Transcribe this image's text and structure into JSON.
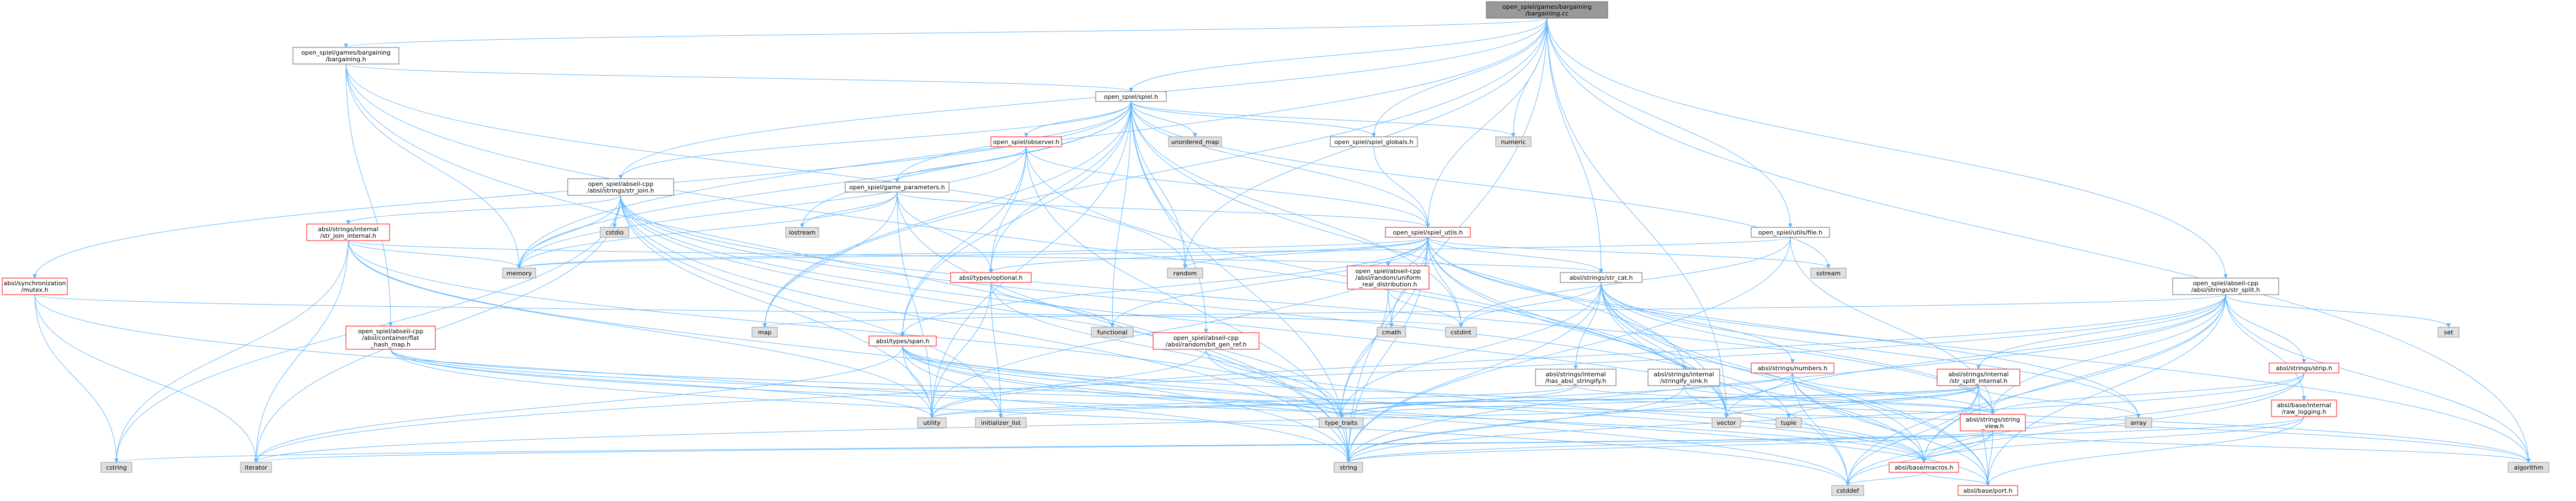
{
  "nodes": [
    {
      "id": "root",
      "lines": [
        "open_spiel/games/bargaining",
        "/bargaining.cc"
      ],
      "style": "root"
    },
    {
      "id": "barg_h",
      "lines": [
        "open_spiel/games/bargaining",
        "/bargaining.h"
      ],
      "style": "plain"
    },
    {
      "id": "spiel_h",
      "lines": [
        "open_spiel/spiel.h"
      ],
      "style": "plain"
    },
    {
      "id": "observer",
      "lines": [
        "open_spiel/observer.h"
      ],
      "style": "red"
    },
    {
      "id": "unordered_map",
      "lines": [
        "unordered_map"
      ],
      "style": "gray"
    },
    {
      "id": "spiel_globals",
      "lines": [
        "open_spiel/spiel_globals.h"
      ],
      "style": "plain"
    },
    {
      "id": "numeric",
      "lines": [
        "numeric"
      ],
      "style": "gray"
    },
    {
      "id": "str_join",
      "lines": [
        "open_spiel/abseil-cpp",
        "/absl/strings/str_join.h"
      ],
      "style": "plain"
    },
    {
      "id": "game_params",
      "lines": [
        "open_spiel/game_parameters.h"
      ],
      "style": "plain"
    },
    {
      "id": "cstdio",
      "lines": [
        "cstdio"
      ],
      "style": "gray"
    },
    {
      "id": "str_join_internal",
      "lines": [
        "absl/strings/internal",
        "/str_join_internal.h"
      ],
      "style": "red"
    },
    {
      "id": "iostream",
      "lines": [
        "iostream"
      ],
      "style": "gray"
    },
    {
      "id": "spiel_utils",
      "lines": [
        "open_spiel/spiel_utils.h"
      ],
      "style": "red"
    },
    {
      "id": "file_h",
      "lines": [
        "open_spiel/utils/file.h"
      ],
      "style": "plain"
    },
    {
      "id": "str_split",
      "lines": [
        "open_spiel/abseil-cpp",
        "/absl/strings/str_split.h"
      ],
      "style": "plain"
    },
    {
      "id": "mutex",
      "lines": [
        "absl/synchronization",
        "/mutex.h"
      ],
      "style": "red"
    },
    {
      "id": "memory",
      "lines": [
        "memory"
      ],
      "style": "gray"
    },
    {
      "id": "random",
      "lines": [
        "random"
      ],
      "style": "gray"
    },
    {
      "id": "sstream",
      "lines": [
        "sstream"
      ],
      "style": "gray"
    },
    {
      "id": "optional",
      "lines": [
        "absl/types/optional.h"
      ],
      "style": "red"
    },
    {
      "id": "uniform_real",
      "lines": [
        "open_spiel/abseil-cpp",
        "/absl/random/uniform",
        "_real_distribution.h"
      ],
      "style": "red"
    },
    {
      "id": "str_cat",
      "lines": [
        "absl/strings/str_cat.h"
      ],
      "style": "plain"
    },
    {
      "id": "flat_hash_map",
      "lines": [
        "open_spiel/abseil-cpp",
        "/absl/container/flat",
        "_hash_map.h"
      ],
      "style": "red"
    },
    {
      "id": "map",
      "lines": [
        "map"
      ],
      "style": "gray"
    },
    {
      "id": "span",
      "lines": [
        "absl/types/span.h"
      ],
      "style": "red"
    },
    {
      "id": "functional",
      "lines": [
        "functional"
      ],
      "style": "gray"
    },
    {
      "id": "bit_gen_ref",
      "lines": [
        "open_spiel/abseil-cpp",
        "/absl/random/bit_gen_ref.h"
      ],
      "style": "red"
    },
    {
      "id": "cmath",
      "lines": [
        "cmath"
      ],
      "style": "gray"
    },
    {
      "id": "cstdint",
      "lines": [
        "cstdint"
      ],
      "style": "gray"
    },
    {
      "id": "has_absl_stringify",
      "lines": [
        "absl/strings/internal",
        "/has_absl_stringify.h"
      ],
      "style": "plain"
    },
    {
      "id": "stringify_sink",
      "lines": [
        "absl/strings/internal",
        "/stringify_sink.h"
      ],
      "style": "plain"
    },
    {
      "id": "numbers",
      "lines": [
        "absl/strings/numbers.h"
      ],
      "style": "red"
    },
    {
      "id": "str_split_internal",
      "lines": [
        "absl/strings/internal",
        "/str_split_internal.h"
      ],
      "style": "red"
    },
    {
      "id": "strip",
      "lines": [
        "absl/strings/strip.h"
      ],
      "style": "red"
    },
    {
      "id": "set",
      "lines": [
        "set"
      ],
      "style": "gray"
    },
    {
      "id": "raw_logging",
      "lines": [
        "absl/base/internal",
        "/raw_logging.h"
      ],
      "style": "red"
    },
    {
      "id": "string_view",
      "lines": [
        "absl/strings/string",
        "_view.h"
      ],
      "style": "red"
    },
    {
      "id": "array",
      "lines": [
        "array"
      ],
      "style": "gray"
    },
    {
      "id": "utility",
      "lines": [
        "utility"
      ],
      "style": "gray"
    },
    {
      "id": "initializer_list",
      "lines": [
        "initializer_list"
      ],
      "style": "gray"
    },
    {
      "id": "type_traits",
      "lines": [
        "type_traits"
      ],
      "style": "gray"
    },
    {
      "id": "vector",
      "lines": [
        "vector"
      ],
      "style": "gray"
    },
    {
      "id": "tuple",
      "lines": [
        "tuple"
      ],
      "style": "gray"
    },
    {
      "id": "cstring",
      "lines": [
        "cstring"
      ],
      "style": "gray"
    },
    {
      "id": "iterator",
      "lines": [
        "iterator"
      ],
      "style": "gray"
    },
    {
      "id": "string",
      "lines": [
        "string"
      ],
      "style": "gray"
    },
    {
      "id": "macros",
      "lines": [
        "absl/base/macros.h"
      ],
      "style": "red"
    },
    {
      "id": "algorithm",
      "lines": [
        "algorithm"
      ],
      "style": "gray"
    },
    {
      "id": "cstddef",
      "lines": [
        "cstddef"
      ],
      "style": "gray"
    },
    {
      "id": "port",
      "lines": [
        "absl/base/port.h"
      ],
      "style": "red"
    }
  ],
  "edges": [
    [
      "root",
      "barg_h"
    ],
    [
      "root",
      "spiel_h"
    ],
    [
      "root",
      "str_join"
    ],
    [
      "root",
      "spiel_globals"
    ],
    [
      "root",
      "numeric"
    ],
    [
      "root",
      "spiel_utils"
    ],
    [
      "root",
      "file_h"
    ],
    [
      "root",
      "str_split"
    ],
    [
      "root",
      "memory"
    ],
    [
      "root",
      "random"
    ],
    [
      "root",
      "str_cat"
    ],
    [
      "root",
      "map"
    ],
    [
      "root",
      "string"
    ],
    [
      "root",
      "vector"
    ],
    [
      "root",
      "algorithm"
    ],
    [
      "barg_h",
      "spiel_h"
    ],
    [
      "barg_h",
      "memory"
    ],
    [
      "barg_h",
      "string"
    ],
    [
      "barg_h",
      "vector"
    ],
    [
      "barg_h",
      "flat_hash_map"
    ],
    [
      "barg_h",
      "random"
    ],
    [
      "spiel_h",
      "observer"
    ],
    [
      "spiel_h",
      "unordered_map"
    ],
    [
      "spiel_h",
      "spiel_globals"
    ],
    [
      "spiel_h",
      "numeric"
    ],
    [
      "spiel_h",
      "str_join"
    ],
    [
      "spiel_h",
      "game_params"
    ],
    [
      "spiel_h",
      "iostream"
    ],
    [
      "spiel_h",
      "spiel_utils"
    ],
    [
      "spiel_h",
      "mutex"
    ],
    [
      "spiel_h",
      "memory"
    ],
    [
      "spiel_h",
      "random"
    ],
    [
      "spiel_h",
      "sstream"
    ],
    [
      "spiel_h",
      "optional"
    ],
    [
      "spiel_h",
      "span"
    ],
    [
      "spiel_h",
      "functional"
    ],
    [
      "spiel_h",
      "bit_gen_ref"
    ],
    [
      "spiel_h",
      "cstdint"
    ],
    [
      "spiel_h",
      "string"
    ],
    [
      "spiel_h",
      "utility"
    ],
    [
      "spiel_h",
      "vector"
    ],
    [
      "spiel_h",
      "map"
    ],
    [
      "observer",
      "game_params"
    ],
    [
      "observer",
      "spiel_utils"
    ],
    [
      "observer",
      "span"
    ],
    [
      "observer",
      "optional"
    ],
    [
      "observer",
      "memory"
    ],
    [
      "observer",
      "string"
    ],
    [
      "observer",
      "vector"
    ],
    [
      "spiel_globals",
      "spiel_utils"
    ],
    [
      "str_join",
      "str_join_internal"
    ],
    [
      "str_join",
      "cstdio"
    ],
    [
      "str_join",
      "cstring"
    ],
    [
      "str_join",
      "initializer_list"
    ],
    [
      "str_join",
      "iterator"
    ],
    [
      "str_join",
      "memory"
    ],
    [
      "str_join",
      "string"
    ],
    [
      "str_join",
      "type_traits"
    ],
    [
      "str_join",
      "utility"
    ],
    [
      "str_join",
      "macros"
    ],
    [
      "str_join",
      "string_view"
    ],
    [
      "str_join",
      "tuple"
    ],
    [
      "game_params",
      "spiel_utils"
    ],
    [
      "game_params",
      "iostream"
    ],
    [
      "game_params",
      "map"
    ],
    [
      "game_params",
      "string"
    ],
    [
      "game_params",
      "optional"
    ],
    [
      "game_params",
      "memory"
    ],
    [
      "game_params",
      "utility"
    ],
    [
      "str_join_internal",
      "memory"
    ],
    [
      "str_join_internal",
      "iterator"
    ],
    [
      "str_join_internal",
      "string"
    ],
    [
      "str_join_internal",
      "type_traits"
    ],
    [
      "str_join_internal",
      "cstring"
    ],
    [
      "str_join_internal",
      "utility"
    ],
    [
      "str_join_internal",
      "str_cat"
    ],
    [
      "spiel_utils",
      "str_cat"
    ],
    [
      "spiel_utils",
      "optional"
    ],
    [
      "spiel_utils",
      "span"
    ],
    [
      "spiel_utils",
      "uniform_real"
    ],
    [
      "spiel_utils",
      "cmath"
    ],
    [
      "spiel_utils",
      "cstdint"
    ],
    [
      "spiel_utils",
      "memory"
    ],
    [
      "spiel_utils",
      "random"
    ],
    [
      "spiel_utils",
      "sstream"
    ],
    [
      "spiel_utils",
      "functional"
    ],
    [
      "spiel_utils",
      "string"
    ],
    [
      "spiel_utils",
      "vector"
    ],
    [
      "spiel_utils",
      "type_traits"
    ],
    [
      "spiel_utils",
      "utility"
    ],
    [
      "spiel_utils",
      "array"
    ],
    [
      "spiel_utils",
      "algorithm"
    ],
    [
      "spiel_utils",
      "port"
    ],
    [
      "file_h",
      "memory"
    ],
    [
      "file_h",
      "string"
    ],
    [
      "file_h",
      "cstdint"
    ],
    [
      "file_h",
      "string_view"
    ],
    [
      "str_split",
      "str_split_internal"
    ],
    [
      "str_split",
      "strip"
    ],
    [
      "str_split",
      "set"
    ],
    [
      "str_split",
      "algorithm"
    ],
    [
      "str_split",
      "cstddef"
    ],
    [
      "str_split",
      "map"
    ],
    [
      "str_split",
      "string"
    ],
    [
      "str_split",
      "utility"
    ],
    [
      "str_split",
      "vector"
    ],
    [
      "str_split",
      "raw_logging"
    ],
    [
      "str_split",
      "macros"
    ],
    [
      "str_split",
      "port"
    ],
    [
      "str_split",
      "string_view"
    ],
    [
      "str_split",
      "iterator"
    ],
    [
      "mutex",
      "cstdint"
    ],
    [
      "mutex",
      "cstring"
    ],
    [
      "mutex",
      "iterator"
    ],
    [
      "mutex",
      "string"
    ],
    [
      "optional",
      "utility"
    ],
    [
      "optional",
      "functional"
    ],
    [
      "optional",
      "type_traits"
    ],
    [
      "optional",
      "initializer_list"
    ],
    [
      "str_cat",
      "has_absl_stringify"
    ],
    [
      "str_cat",
      "stringify_sink"
    ],
    [
      "str_cat",
      "numbers"
    ],
    [
      "str_cat",
      "string_view"
    ],
    [
      "str_cat",
      "array"
    ],
    [
      "str_cat",
      "cstddef"
    ],
    [
      "str_cat",
      "cstdint"
    ],
    [
      "str_cat",
      "string"
    ],
    [
      "str_cat",
      "type_traits"
    ],
    [
      "str_cat",
      "vector"
    ],
    [
      "str_cat",
      "port"
    ],
    [
      "str_cat",
      "macros"
    ],
    [
      "flat_hash_map",
      "cstddef"
    ],
    [
      "flat_hash_map",
      "type_traits"
    ],
    [
      "flat_hash_map",
      "utility"
    ],
    [
      "flat_hash_map",
      "macros"
    ],
    [
      "flat_hash_map",
      "algorithm"
    ],
    [
      "span",
      "algorithm"
    ],
    [
      "span",
      "cstddef"
    ],
    [
      "span",
      "initializer_list"
    ],
    [
      "span",
      "iterator"
    ],
    [
      "span",
      "type_traits"
    ],
    [
      "span",
      "utility"
    ],
    [
      "span",
      "macros"
    ],
    [
      "span",
      "port"
    ],
    [
      "bit_gen_ref",
      "type_traits"
    ],
    [
      "bit_gen_ref",
      "utility"
    ],
    [
      "bit_gen_ref",
      "macros"
    ],
    [
      "uniform_real",
      "cmath"
    ],
    [
      "uniform_real",
      "cstdint"
    ],
    [
      "uniform_real",
      "type_traits"
    ],
    [
      "has_absl_stringify",
      "type_traits"
    ],
    [
      "has_absl_stringify",
      "string_view"
    ],
    [
      "has_absl_stringify",
      "utility"
    ],
    [
      "stringify_sink",
      "string"
    ],
    [
      "stringify_sink",
      "string_view"
    ],
    [
      "stringify_sink",
      "macros"
    ],
    [
      "numbers",
      "cstddef"
    ],
    [
      "numbers",
      "string"
    ],
    [
      "numbers",
      "type_traits"
    ],
    [
      "numbers",
      "macros"
    ],
    [
      "numbers",
      "port"
    ],
    [
      "numbers",
      "string_view"
    ],
    [
      "str_split_internal",
      "array"
    ],
    [
      "str_split_internal",
      "cstddef"
    ],
    [
      "str_split_internal",
      "initializer_list"
    ],
    [
      "str_split_internal",
      "iterator"
    ],
    [
      "str_split_internal",
      "tuple"
    ],
    [
      "str_split_internal",
      "type_traits"
    ],
    [
      "str_split_internal",
      "utility"
    ],
    [
      "str_split_internal",
      "vector"
    ],
    [
      "str_split_internal",
      "macros"
    ],
    [
      "str_split_internal",
      "port"
    ],
    [
      "str_split_internal",
      "string_view"
    ],
    [
      "strip",
      "cstddef"
    ],
    [
      "strip",
      "string"
    ],
    [
      "strip",
      "macros"
    ],
    [
      "strip",
      "string_view"
    ],
    [
      "raw_logging",
      "string"
    ],
    [
      "raw_logging",
      "macros"
    ],
    [
      "raw_logging",
      "port"
    ],
    [
      "string_view",
      "algorithm"
    ],
    [
      "string_view",
      "cstddef"
    ],
    [
      "string_view",
      "cstring"
    ],
    [
      "string_view",
      "iterator"
    ],
    [
      "string_view",
      "string"
    ],
    [
      "string_view",
      "port"
    ],
    [
      "string_view",
      "macros"
    ],
    [
      "macros",
      "cstddef"
    ],
    [
      "macros",
      "port"
    ]
  ],
  "colors": {
    "root_fill": "#999999",
    "root_stroke": "#666666",
    "plain_fill": "#ffffff",
    "plain_stroke": "#666666",
    "red_fill": "#ffffff",
    "red_stroke": "#ff0000",
    "gray_fill": "#e0e0e0",
    "gray_stroke": "#999999",
    "edge": "#63b8ff"
  }
}
